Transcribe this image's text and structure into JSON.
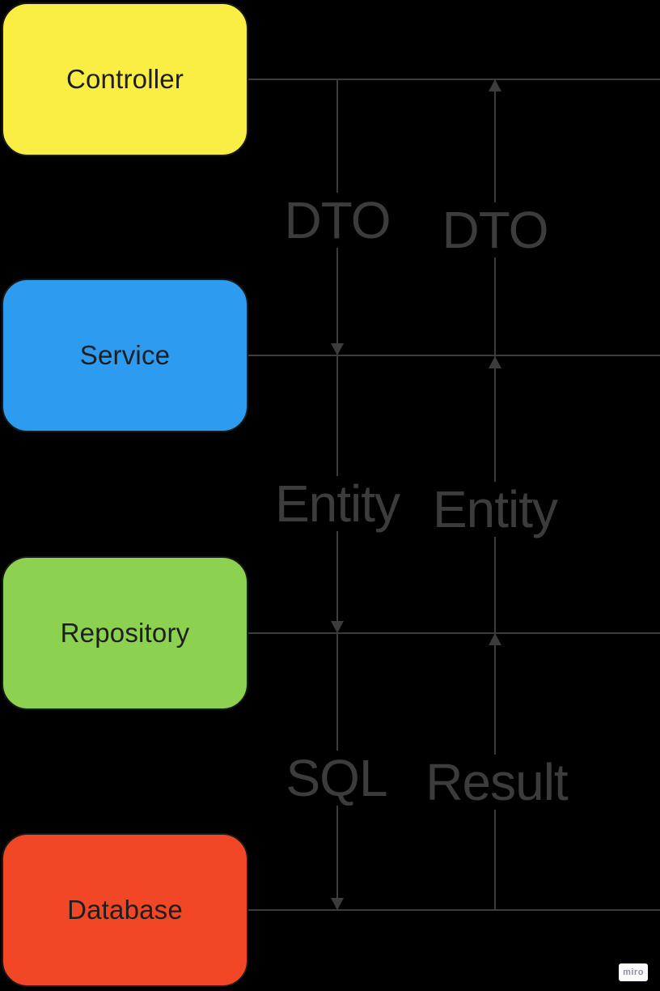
{
  "diagram": {
    "background": "#000000",
    "stroke_color": "#3c3c3c",
    "node_text_color": "#1e1e1e",
    "nodes": [
      {
        "label": "Controller",
        "fill": "#FAEE45"
      },
      {
        "label": "Service",
        "fill": "#2D9BF0"
      },
      {
        "label": "Repository",
        "fill": "#8CD14F"
      },
      {
        "label": "Database",
        "fill": "#F24726"
      }
    ],
    "connectors": [
      {
        "label": "DTO",
        "direction": "down"
      },
      {
        "label": "DTO",
        "direction": "up"
      },
      {
        "label": "Entity",
        "direction": "down"
      },
      {
        "label": "Entity",
        "direction": "up"
      },
      {
        "label": "SQL",
        "direction": "down"
      },
      {
        "label": "Result",
        "direction": "up"
      }
    ],
    "watermark": {
      "label": "miro",
      "text_color": "#8f8fa8",
      "bg": "#fbfbfb"
    }
  }
}
